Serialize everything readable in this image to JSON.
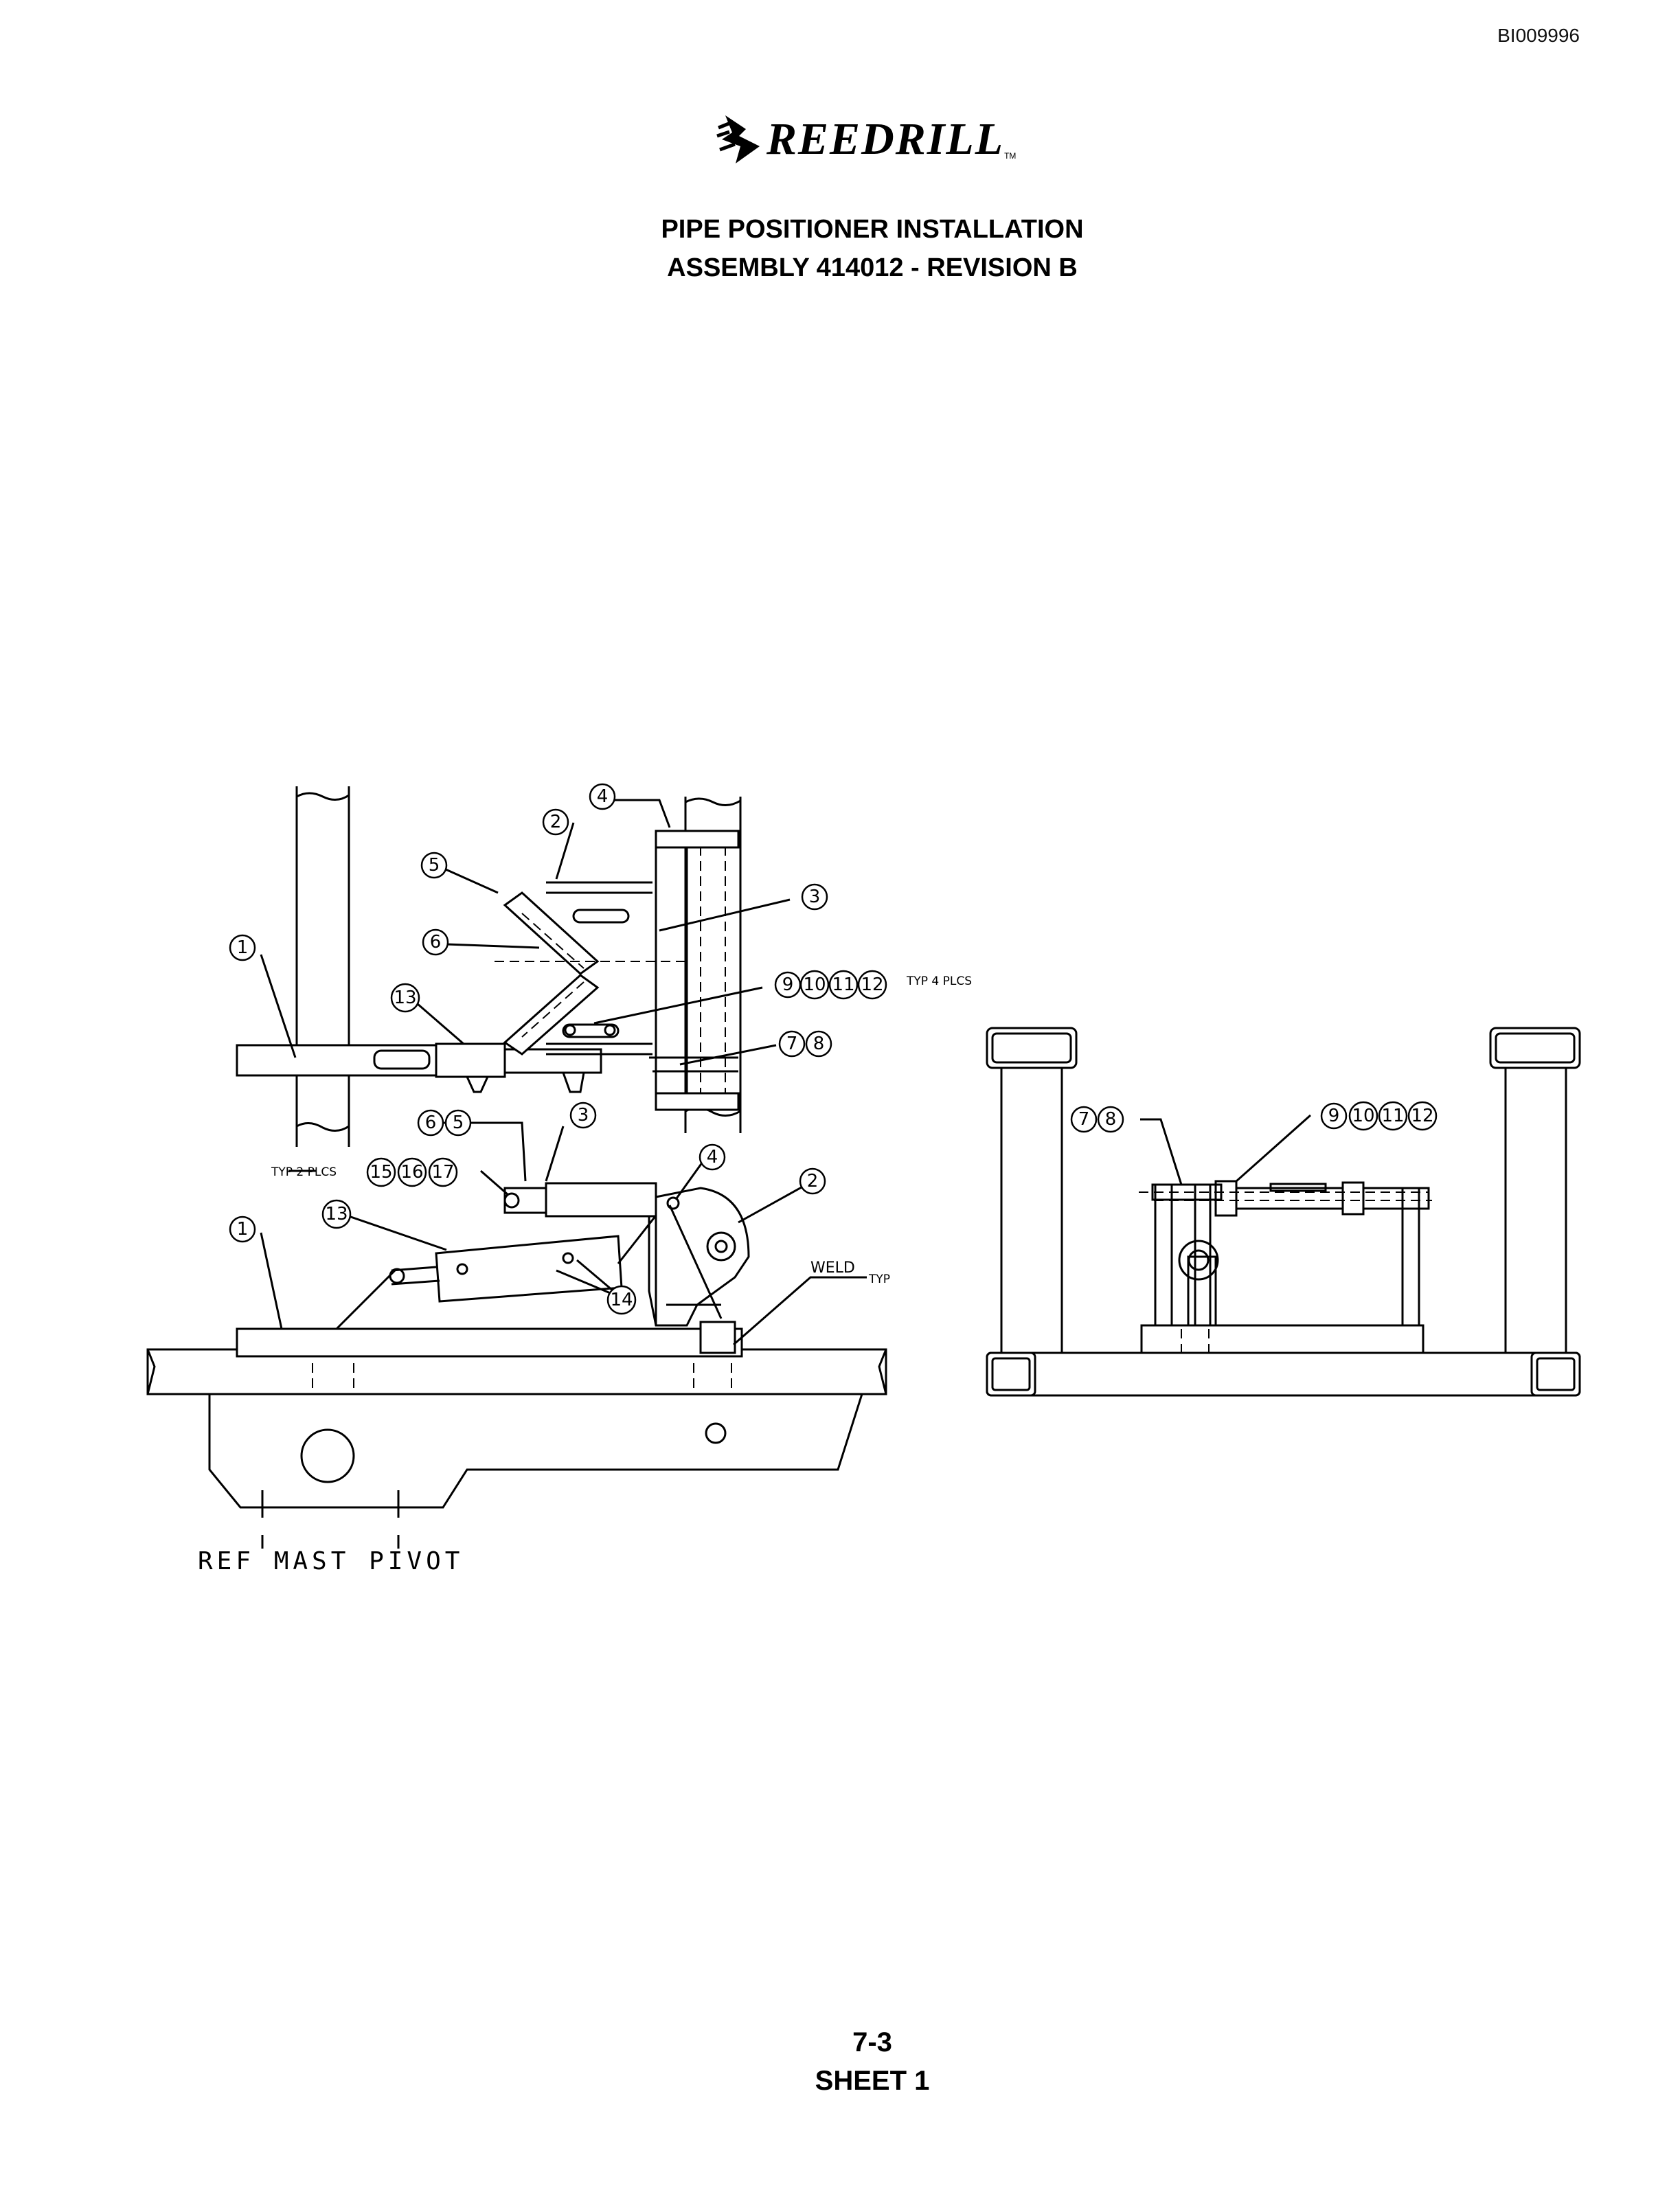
{
  "header": {
    "doc_id": "BI009996"
  },
  "logo": {
    "text": "REEDRILL",
    "tm": "TM"
  },
  "title": {
    "line1": "PIPE POSITIONER INSTALLATION",
    "line2": "ASSEMBLY 414012 - REVISION B"
  },
  "notes": {
    "typ_4_plcs": "TYP 4 PLCS",
    "typ_2_plcs": "TYP 2 PLCS",
    "weld_typ_weld": "WELD",
    "weld_typ_typ": "TYP",
    "ref_mast_pivot": "REF MAST PIVOT"
  },
  "callouts": {
    "top_view": [
      "1",
      "2",
      "3",
      "4",
      "5",
      "6",
      "13",
      "9",
      "10",
      "11",
      "12",
      "7",
      "8"
    ],
    "side_view": [
      "1",
      "2",
      "3",
      "4",
      "5",
      "6",
      "13",
      "14",
      "15",
      "16",
      "17"
    ],
    "end_view": [
      "7",
      "8",
      "9",
      "10",
      "11",
      "12"
    ]
  },
  "footer": {
    "page": "7-3",
    "sheet": "SHEET 1"
  }
}
